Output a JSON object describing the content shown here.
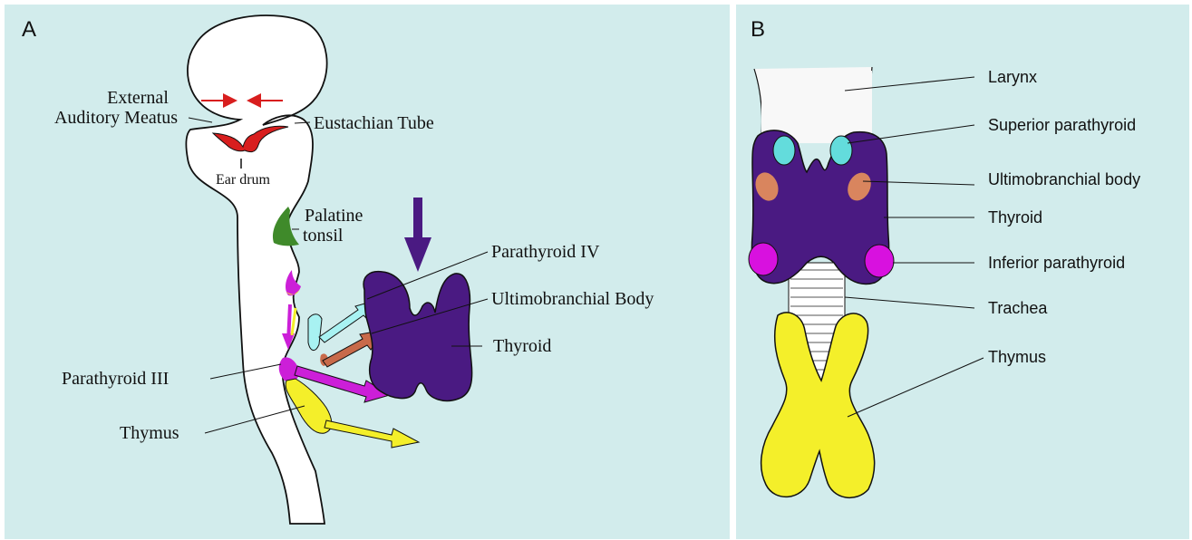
{
  "colors": {
    "background": "#d2ecec",
    "thyroid": "#4a1a82",
    "thymus": "#f4ef2a",
    "parathyroid_iii": "#cc1fd8",
    "parathyroid_iv": "#a8f2f2",
    "ultimobranchial": "#c86a4a",
    "ear": "#d81e1e",
    "tonsil": "#3f8a2a",
    "superior_parathyroid": "#63dcdc",
    "inferior_parathyroid": "#d811df",
    "ultimobranchial_b": "#d9855e"
  },
  "panel_a": {
    "letter": "A",
    "labels": {
      "external_auditory_meatus_1": "External",
      "external_auditory_meatus_2": "Auditory Meatus",
      "eustachian_tube": "Eustachian Tube",
      "ear_drum": "Ear drum",
      "palatine_tonsil_1": "Palatine",
      "palatine_tonsil_2": "tonsil",
      "parathyroid_iv": "Parathyroid IV",
      "ultimobranchial_body": "Ultimobranchial Body",
      "thyroid": "Thyroid",
      "parathyroid_iii": "Parathyroid III",
      "thymus": "Thymus"
    }
  },
  "panel_b": {
    "letter": "B",
    "labels": {
      "larynx": "Larynx",
      "superior_parathyroid": "Superior parathyroid",
      "ultimobranchial_body": "Ultimobranchial body",
      "thyroid": "Thyroid",
      "inferior_parathyroid": "Inferior parathyroid",
      "trachea": "Trachea",
      "thymus": "Thymus"
    }
  }
}
